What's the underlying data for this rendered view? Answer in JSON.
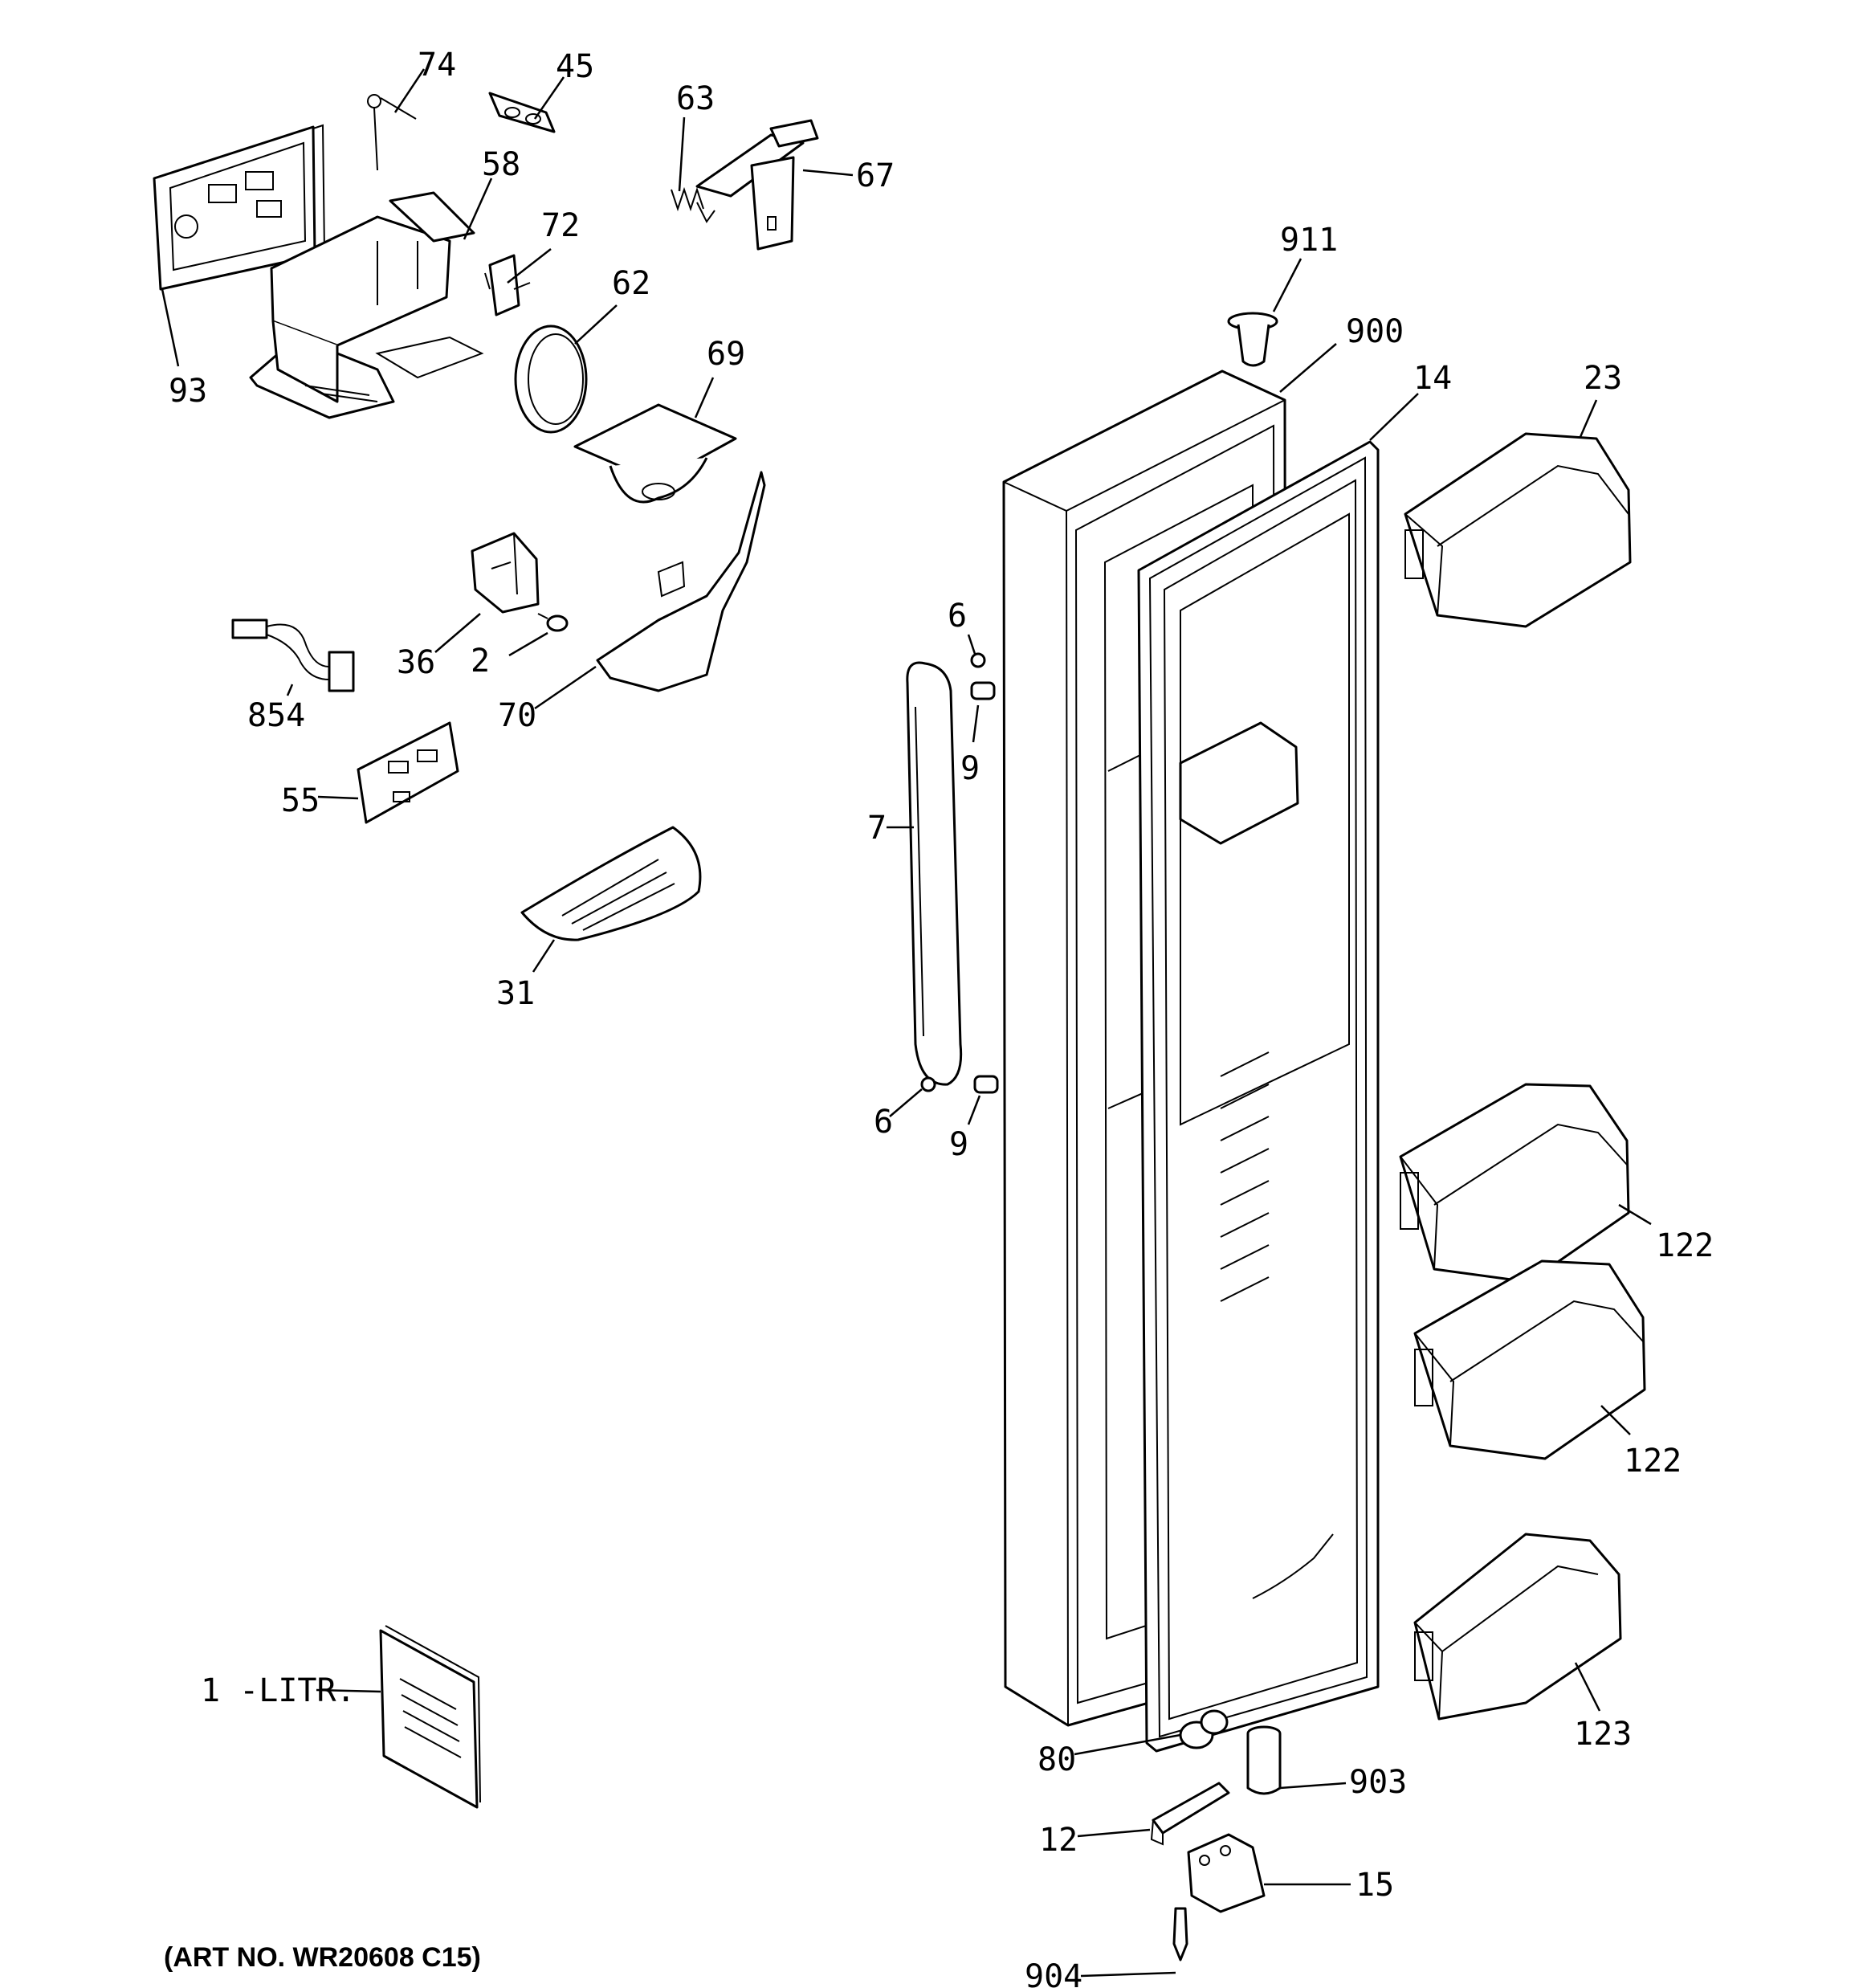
{
  "diagram": {
    "art_number": "(ART NO. WR20608 C15)",
    "callouts": {
      "c74": "74",
      "c45": "45",
      "c63": "63",
      "c67": "67",
      "c58": "58",
      "c72": "72",
      "c62": "62",
      "c93": "93",
      "c69": "69",
      "c911": "911",
      "c900": "900",
      "c14": "14",
      "c23": "23",
      "c36": "36",
      "c2": "2",
      "c854": "854",
      "c70": "70",
      "c55": "55",
      "c6a": "6",
      "c9a": "9",
      "c7": "7",
      "c31": "31",
      "c6b": "6",
      "c9b": "9",
      "c122a": "122",
      "c122b": "122",
      "c1": "1 -LITR.",
      "c123": "123",
      "c80": "80",
      "c903": "903",
      "c12": "12",
      "c15": "15",
      "c904": "904"
    }
  }
}
